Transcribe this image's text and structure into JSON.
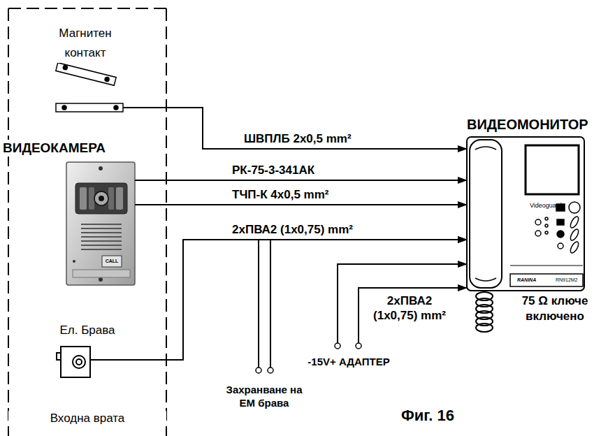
{
  "diagram": {
    "caption": "Фиг. 16",
    "nodes": [
      {
        "text": [
          "Входна врата"
        ]
      },
      {
        "text": [
          "Магнитен контакт"
        ],
        "in": 0
      },
      {
        "text": [
          "ВИДЕОКАМЕРА"
        ],
        "in": 0
      },
      {
        "text": [
          "Ел. Брава"
        ],
        "in": 0
      },
      {
        "text": [
          "ВИДЕОМОНИТОР"
        ]
      },
      {
        "text": [
          "Захранване на ЕМ брава"
        ]
      },
      {
        "text": [
          "-15V+ АДАПТЕР"
        ]
      }
    ],
    "edges": [
      {
        "from": 1,
        "to": 4,
        "arrow": "to",
        "label": "ШВПЛБ 2x0,5 mm²"
      },
      {
        "from": 2,
        "to": 4,
        "arrow": "to",
        "label": "РК-75-3-341АК"
      },
      {
        "from": 2,
        "to": 4,
        "arrow": "to",
        "label": "ТЧП-К 4x0,5 mm²"
      },
      {
        "from": 3,
        "to": 4,
        "arrow": "to",
        "label": "2xПВА2 (1x0,75) mm²"
      },
      {
        "from": 5,
        "to": 4,
        "arrow": "to"
      },
      {
        "from": 6,
        "to": 4,
        "arrow": "to",
        "label": "2xПВА2 (1x0,75) mm²"
      },
      {
        "from": 6,
        "to": 4,
        "arrow": "to"
      }
    ],
    "labels": [
      "Videoguard",
      "CALL",
      "RANINA",
      "RN912M2",
      "75 Ω ключе включено"
    ]
  }
}
